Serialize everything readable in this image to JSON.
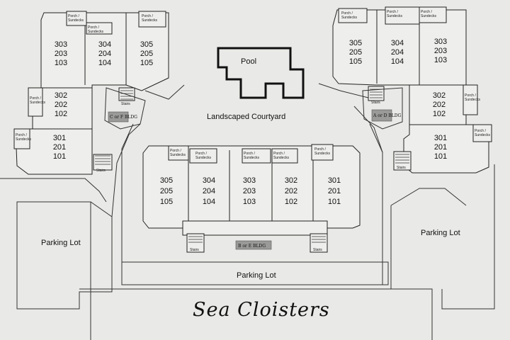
{
  "title": "Sea Cloisters",
  "labels": {
    "pool": "Pool",
    "courtyard": "Landscaped Courtyard",
    "parking_left": "Parking Lot",
    "parking_center": "Parking Lot",
    "parking_right": "Parking Lot",
    "stairs": "Stairs",
    "porch1": "Porch /",
    "porch2": "Sundecks"
  },
  "buildings": {
    "left": {
      "tag": "C or F BLDG",
      "top_units": [
        "303\n203\n103",
        "304\n204\n104",
        "305\n205\n105"
      ],
      "side_units": [
        "302\n202\n102",
        "301\n201\n101"
      ]
    },
    "right": {
      "tag": "A or D BLDG",
      "top_units": [
        "305\n205\n105",
        "304\n204\n104",
        "303\n203\n103"
      ],
      "side_units": [
        "302\n202\n102",
        "301\n201\n101"
      ]
    },
    "center": {
      "tag": "B or E BLDG",
      "units": [
        "305\n205\n105",
        "304\n204\n104",
        "303\n203\n103",
        "302\n202\n102",
        "301\n201\n101"
      ]
    }
  }
}
